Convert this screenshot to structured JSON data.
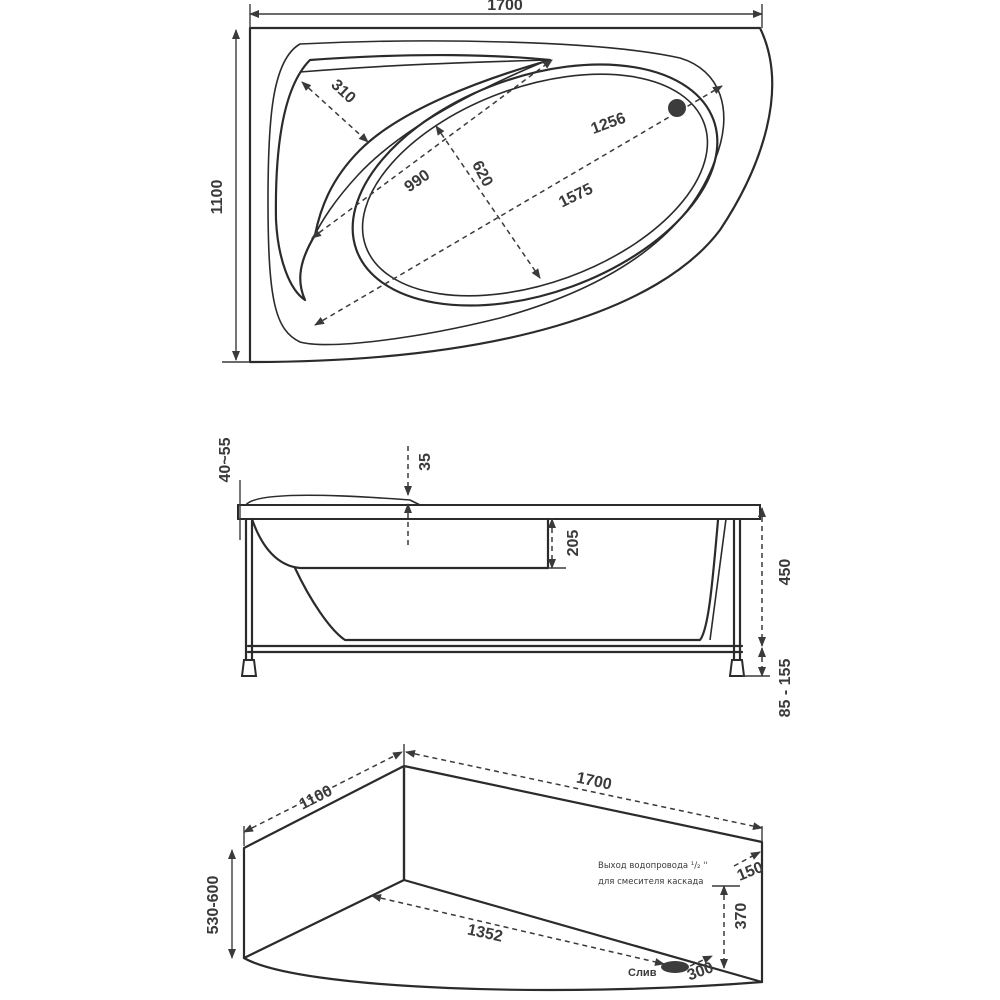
{
  "top_view": {
    "width": "1700",
    "length": "1100",
    "seat_width": "310",
    "bowl_length": "1256",
    "bowl_diag_small": "990",
    "bowl_width": "620",
    "bowl_diag_large": "1575"
  },
  "side_view": {
    "rim_thickness": "40~55",
    "step": "35",
    "seat_depth": "205",
    "height": "450",
    "leg_adjust": "85 - 155"
  },
  "panel_view": {
    "length": "1100",
    "width": "1700",
    "height": "530-600",
    "inner_length": "1352",
    "water_outlet_note_1": "Выход водопровода ¹/₂ ''",
    "water_outlet_note_2": "для смесителя каскада",
    "outlet_offset": "150",
    "outlet_height": "370",
    "drain_label": "Слив",
    "drain_offset": "300"
  },
  "colors": {
    "line": "#2b2b2b",
    "dimension": "#3a3a3a",
    "drain": "#3c3c3c"
  }
}
